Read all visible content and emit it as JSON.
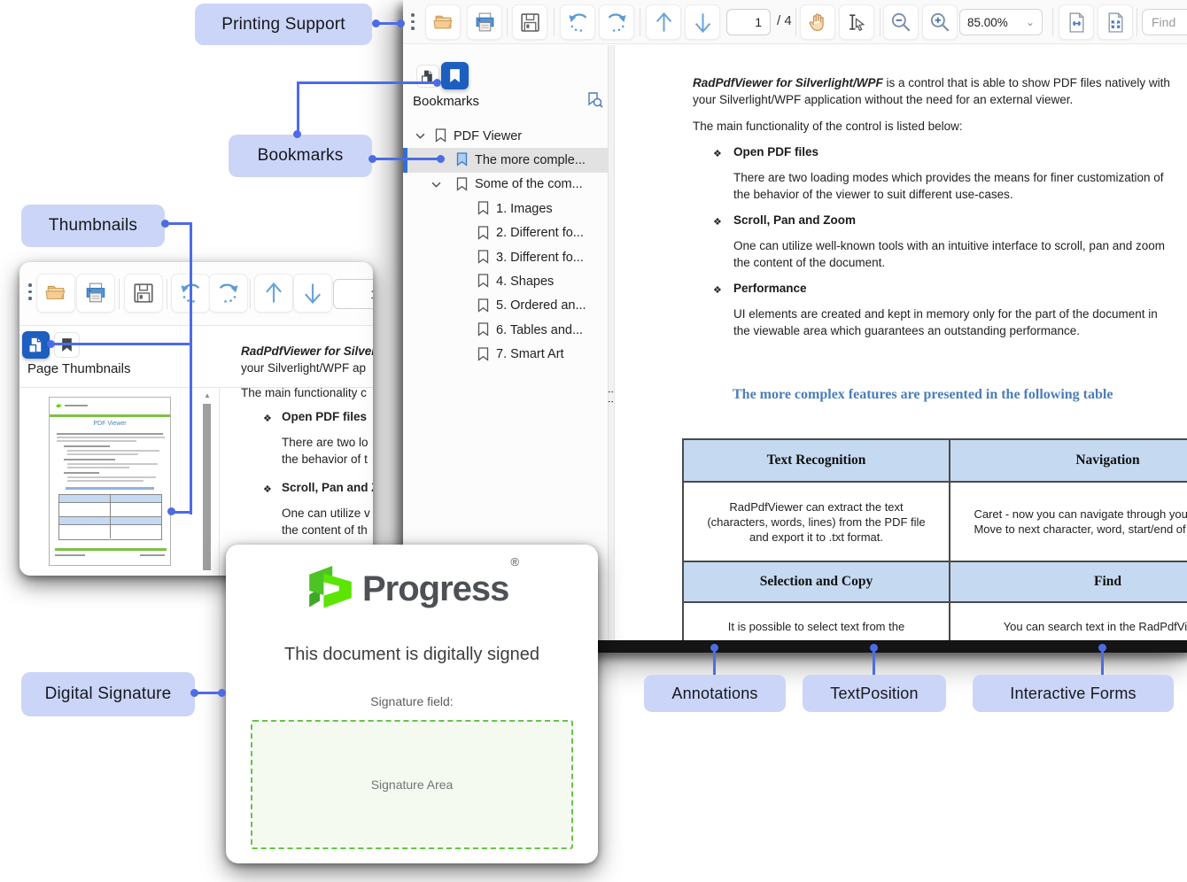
{
  "callouts": {
    "printing_support": "Printing Support",
    "bookmarks": "Bookmarks",
    "thumbnails": "Thumbnails",
    "digital_signature": "Digital Signature",
    "annotations": "Annotations",
    "text_position": "TextPosition",
    "interactive_forms": "Interactive Forms"
  },
  "icons": {
    "bullet": "❖",
    "scroll_up_arrow": "▲",
    "splitter_grip": "⋮⋮",
    "dropdown_chevron": "⌄"
  },
  "toolbar": {
    "page_number": "1",
    "page_count_label": "/ 4",
    "zoom_level": "85.00%",
    "find_placeholder": "Find"
  },
  "bookmarks_panel": {
    "title": "Bookmarks",
    "tree": [
      {
        "label": "PDF Viewer"
      },
      {
        "label": "The more comple..."
      },
      {
        "label": "Some of the com..."
      },
      {
        "label": "1. Images"
      },
      {
        "label": "2. Different fo..."
      },
      {
        "label": "3. Different fo..."
      },
      {
        "label": "4. Shapes"
      },
      {
        "label": "5. Ordered an..."
      },
      {
        "label": "6. Tables and..."
      },
      {
        "label": "7. Smart Art"
      }
    ]
  },
  "document": {
    "intro_lead": "RadPdfViewer for Silverlight/WPF",
    "intro_line1_rest": " is a control that is able to show PDF files natively with",
    "intro_line2": "your Silverlight/WPF application without the need for an external viewer.",
    "subtitle": "The main functionality of the control is listed below:",
    "bullets": [
      {
        "title": "Open PDF files",
        "line1": "There are two loading modes which provides the means for finer customization of",
        "line2": "the behavior of the viewer to suit different use-cases."
      },
      {
        "title": "Scroll, Pan and Zoom",
        "line1": "One can utilize well-known tools with an intuitive interface to scroll, pan and zoom",
        "line2": "the content of the document."
      },
      {
        "title": "Performance",
        "line1": "UI elements are created and kept in memory only for the part of the document in",
        "line2": "the viewable area which guarantees an outstanding performance."
      }
    ],
    "table_heading": "The more complex features are presented in the following table"
  },
  "feature_table": {
    "header1": [
      "Text Recognition",
      "Navigation"
    ],
    "row1": [
      "RadPdfViewer can extract the text (characters, words, lines) from the PDF file and export it to .txt format.",
      "Caret - now you can navigate through your PDF files Move to next character, word, start/end of a line, etc."
    ],
    "header2": [
      "Selection and Copy",
      "Find"
    ],
    "row2": [
      "It is possible to select text from the",
      "You can search text in the RadPdfViewer"
    ]
  },
  "thumbnails_window": {
    "panel_title": "Page Thumbnails",
    "page_number": "1",
    "thumb_title": "PDF Viewer",
    "doc_lines": [
      {
        "text": "RadPdfViewer for Silver"
      },
      {
        "text": "your Silverlight/WPF ap"
      },
      {
        "text": "The main functionality c"
      },
      {
        "text": "Open PDF files"
      },
      {
        "text": "There are two lo"
      },
      {
        "text": "the behavior of t"
      },
      {
        "text": "Scroll, Pan and Z"
      },
      {
        "text": "One can utilize v"
      },
      {
        "text": "the content of th"
      }
    ]
  },
  "signature_card": {
    "brand": "Progress",
    "registered_mark": "®",
    "signed_text": "This document is digitally signed",
    "field_label": "Signature field:",
    "area_label": "Signature Area"
  },
  "colors": {
    "accent_connector": "#4d6ce4",
    "callout_bg": "#cbd5f8",
    "table_header_bg": "#c5d9f1",
    "doc_heading_blue": "#4a7ebb",
    "selected_tab_blue": "#1d5fbf",
    "progress_green": "#5ce500",
    "signature_green": "#67c24a"
  }
}
